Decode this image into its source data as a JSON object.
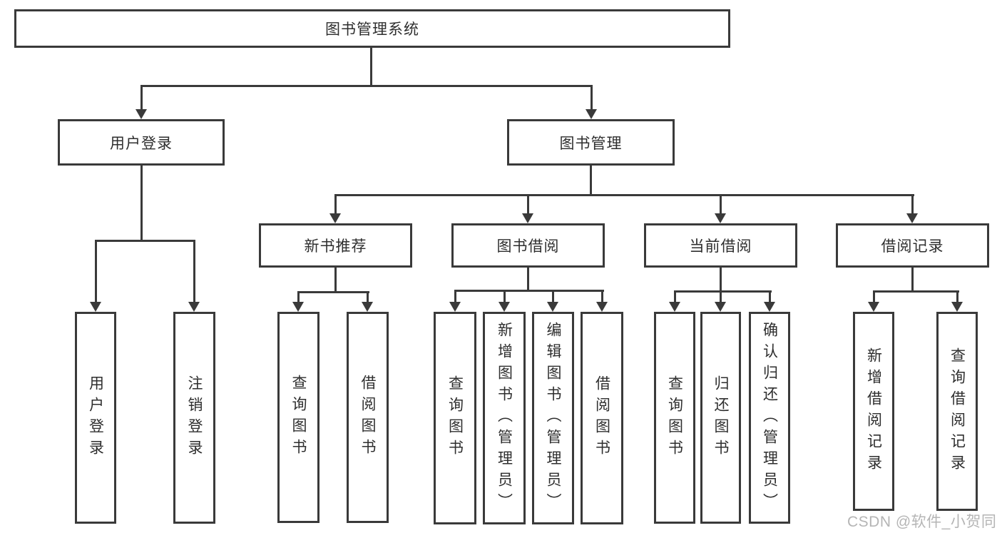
{
  "colors": {
    "line": "#3a3a3a",
    "text": "#2e2e2e",
    "watermark": "#b5b5b5",
    "background": "#ffffff"
  },
  "tree": {
    "label": "图书管理系统",
    "children": [
      {
        "label": "用户登录",
        "children": [
          {
            "label": "用户登录"
          },
          {
            "label": "注销登录"
          }
        ]
      },
      {
        "label": "图书管理",
        "children": [
          {
            "label": "新书推荐",
            "children": [
              {
                "label": "查询图书"
              },
              {
                "label": "借阅图书"
              }
            ]
          },
          {
            "label": "图书借阅",
            "children": [
              {
                "label": "查询图书"
              },
              {
                "label": "新增图书（管理员）"
              },
              {
                "label": "编辑图书（管理员）"
              },
              {
                "label": "借阅图书"
              }
            ]
          },
          {
            "label": "当前借阅",
            "children": [
              {
                "label": "查询图书"
              },
              {
                "label": "归还图书"
              },
              {
                "label": "确认归还（管理员）"
              }
            ]
          },
          {
            "label": "借阅记录",
            "children": [
              {
                "label": "新增借阅记录"
              },
              {
                "label": "查询借阅记录"
              }
            ]
          }
        ]
      }
    ]
  },
  "watermark": "CSDN @软件_小贺同学"
}
